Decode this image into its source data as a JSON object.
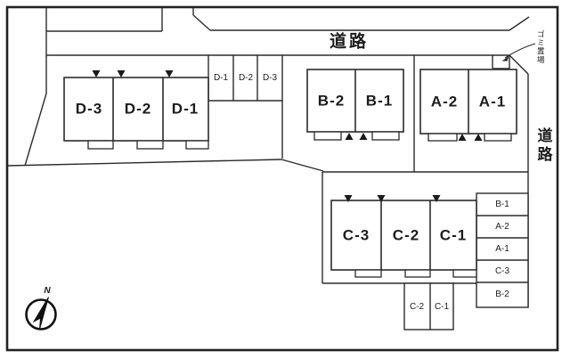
{
  "diagram": {
    "roads": {
      "top": "道路",
      "right": "道路"
    },
    "garbage": {
      "label": "ゴミ置場"
    },
    "compass": {
      "north": "N"
    },
    "areas": {
      "d": {
        "buildings": [
          "D-3",
          "D-2",
          "D-1"
        ],
        "parking": [
          "D-1",
          "D-2",
          "D-3"
        ]
      },
      "b": {
        "buildings": [
          "B-2",
          "B-1"
        ]
      },
      "a": {
        "buildings": [
          "A-2",
          "A-1"
        ]
      },
      "c": {
        "buildings": [
          "C-3",
          "C-2",
          "C-1"
        ],
        "parking_stack": [
          "B-1",
          "A-2",
          "A-1",
          "C-3",
          "B-2"
        ],
        "parking_lower": [
          "C-2",
          "C-1"
        ]
      }
    },
    "colors": {
      "line": "#2b2b2b",
      "background": "#ffffff"
    }
  }
}
